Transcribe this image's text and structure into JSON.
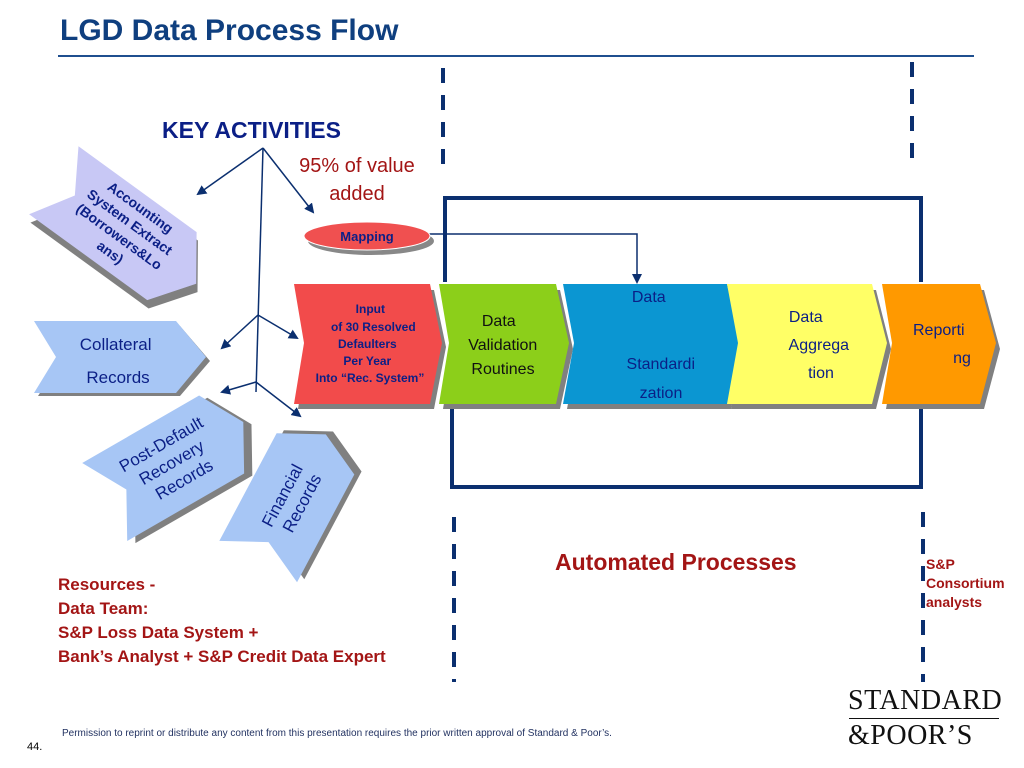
{
  "title": "LGD Data Process Flow",
  "key_activities": "KEY ACTIVITIES",
  "value_added": [
    "95% of value",
    "added"
  ],
  "mapping": "Mapping",
  "inputs": {
    "accounting": [
      "Accounting",
      "System Extract",
      "(Borrowers&Lo",
      "ans)"
    ],
    "collateral": [
      "Collateral",
      "Records"
    ],
    "post_default": [
      "Post-Default",
      "Recovery",
      "Records"
    ],
    "financial": [
      "Financial",
      "Records"
    ]
  },
  "process_steps": [
    {
      "lines": [
        "Input",
        "of 30 Resolved",
        "Defaulters",
        "Per Year",
        "Into “Rec. System”"
      ],
      "color": "#f24b4b"
    },
    {
      "lines": [
        "Data",
        "Validation",
        "Routines"
      ],
      "color": "#8ccf1a"
    },
    {
      "lines": [
        "Data",
        "",
        "Standardi",
        "zation"
      ],
      "color": "#0b96d2"
    },
    {
      "lines": [
        "Data",
        "Aggrega",
        "tion"
      ],
      "color": "#ffff66"
    },
    {
      "lines": [
        "Reporti",
        "ng"
      ],
      "color": "#ff9900"
    }
  ],
  "automated_processes": "Automated Processes",
  "sp_consortium": [
    "S&P",
    "Consortium",
    "analysts"
  ],
  "resources": [
    "Resources -",
    "Data Team:",
    "S&P Loss Data System +",
    "Bank’s Analyst + S&P Credit Data Expert"
  ],
  "footer_note": "Permission to reprint or distribute any content from this presentation requires the prior written approval of Standard & Poor’s.",
  "slide_number": "44.",
  "logo": [
    "STANDARD",
    "&POOR’S"
  ],
  "colors": {
    "title": "#0f3f7f",
    "accent_red": "#a31515",
    "navy": "#0b2f6f",
    "input_shape": "#a7c6f5",
    "accounting_shape": "#c8c8f5"
  }
}
